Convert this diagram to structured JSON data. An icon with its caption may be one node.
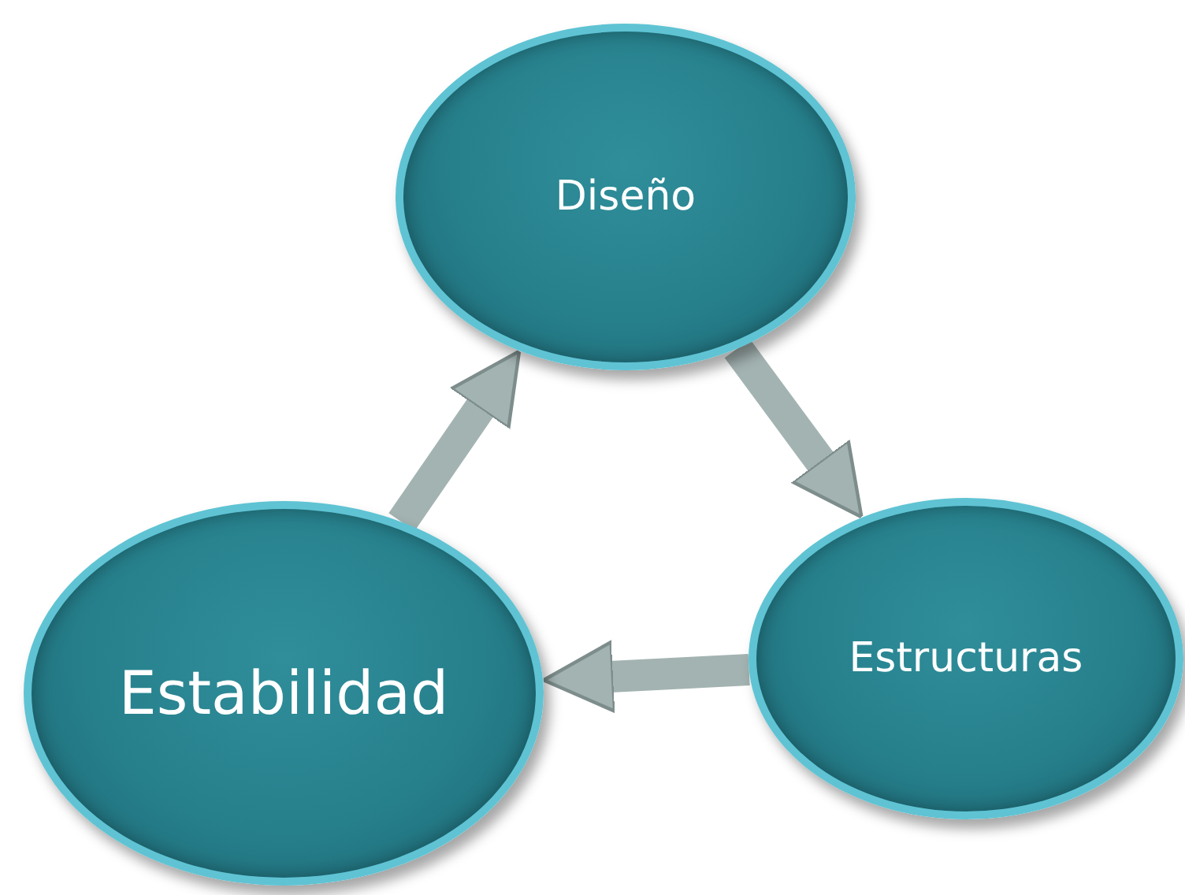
{
  "diagram": {
    "nodes": [
      {
        "text": [
          "Diseño"
        ]
      },
      {
        "text": [
          "Estructuras"
        ]
      },
      {
        "text": [
          "Estabilidad"
        ]
      }
    ],
    "edges": [
      {
        "from": 0,
        "to": 1,
        "arrow": "to"
      },
      {
        "from": 1,
        "to": 2,
        "arrow": "to"
      },
      {
        "from": 2,
        "to": 0,
        "arrow": "to"
      }
    ]
  }
}
